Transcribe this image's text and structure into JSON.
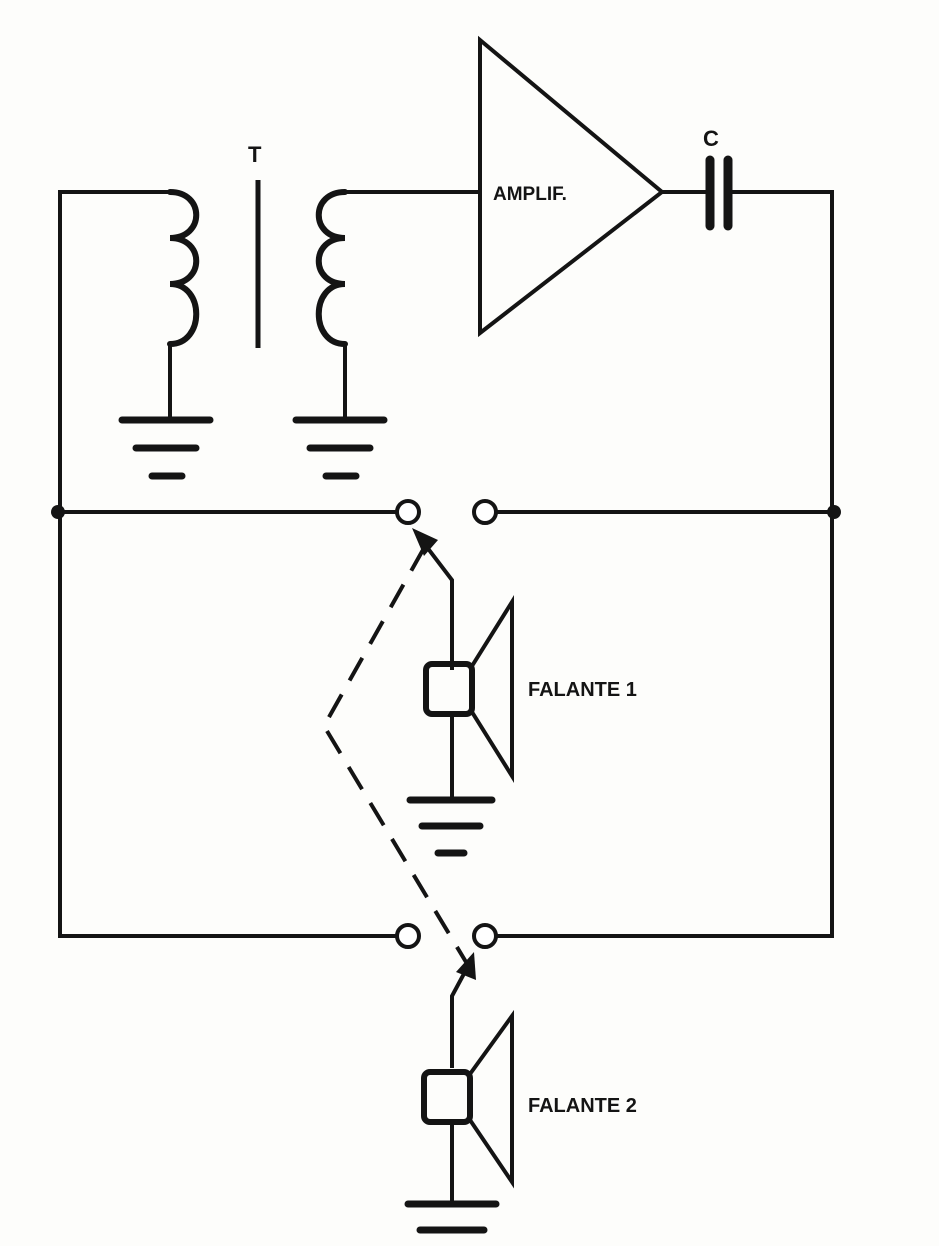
{
  "labels": {
    "transformer": "T",
    "amplifier": "AMPLIF.",
    "capacitor": "C",
    "speaker1": "FALANTE 1",
    "speaker2": "FALANTE 2"
  },
  "colors": {
    "ink": "#141414",
    "paper": "#fdfdfb"
  }
}
